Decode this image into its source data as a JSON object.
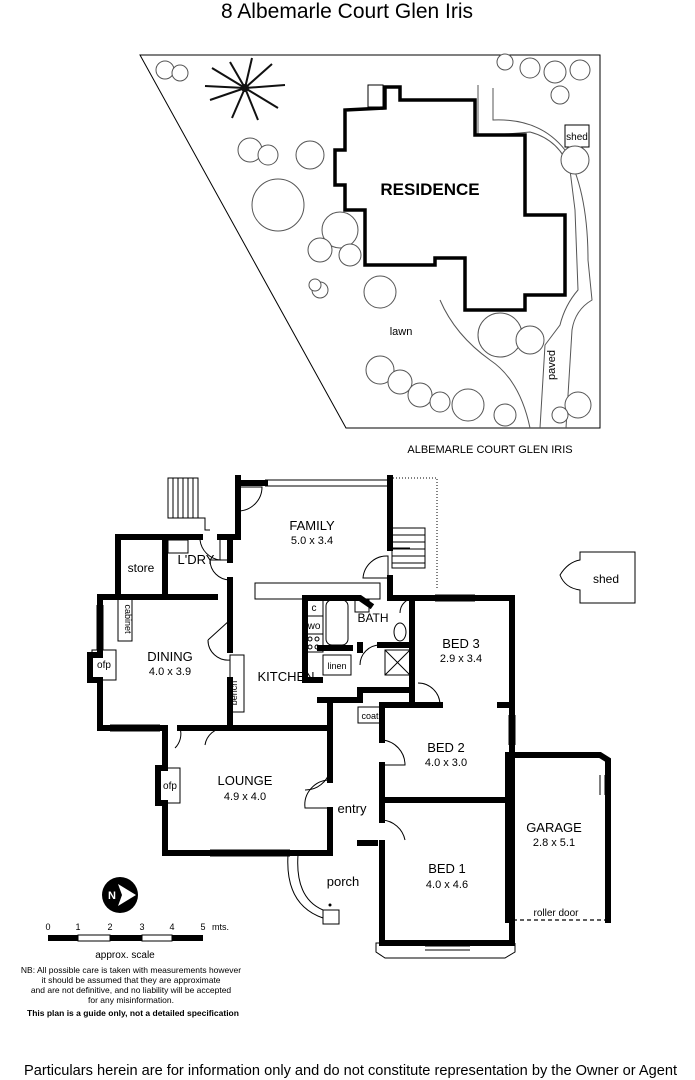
{
  "header": {
    "title": "8 Albemarle Court Glen Iris"
  },
  "site_plan": {
    "residence_label": "RESIDENCE",
    "shed_label": "shed",
    "lawn_label": "lawn",
    "paved_label": "paved",
    "street_label": "ALBEMARLE COURT GLEN IRIS"
  },
  "floor_plan": {
    "rooms": {
      "family": {
        "name": "FAMILY",
        "size": "5.0 x 3.4"
      },
      "dining": {
        "name": "DINING",
        "size": "4.0 x 3.9"
      },
      "kitchen": {
        "name": "KITCHEN"
      },
      "lounge": {
        "name": "LOUNGE",
        "size": "4.9 x 4.0"
      },
      "bed3": {
        "name": "BED 3",
        "size": "2.9 x 3.4"
      },
      "bed2": {
        "name": "BED 2",
        "size": "4.0 x 3.0"
      },
      "bed1": {
        "name": "BED 1",
        "size": "4.0 x 4.6"
      },
      "garage": {
        "name": "GARAGE",
        "size": "2.8 x 5.1"
      },
      "bath": {
        "name": "BATH"
      },
      "laundry": {
        "name": "L'DRY"
      },
      "store": {
        "name": "store"
      },
      "entry": {
        "name": "entry"
      },
      "porch": {
        "name": "porch"
      },
      "shed": {
        "name": "shed"
      }
    },
    "fixtures": {
      "cabinet": "cabinet",
      "ofp_dining": "ofp",
      "ofp_lounge": "ofp",
      "bench": "bench",
      "linen": "linen",
      "coat": "coat",
      "c": "c",
      "wo": "wo",
      "roller_door": "roller door"
    }
  },
  "compass": {
    "label": "N"
  },
  "scale": {
    "ticks": [
      "0",
      "1",
      "2",
      "3",
      "4",
      "5"
    ],
    "unit": "mts.",
    "caption": "approx. scale"
  },
  "disclaimer": {
    "lines": [
      "NB: All possible care is taken with measurements however",
      "it should be assumed that they are approximate",
      "and are not definitive, and no liability will be accepted",
      "for any misinformation."
    ],
    "guide": "This plan is a guide only, not a detailed specification"
  },
  "footer": {
    "text": "Particulars herein are for information only and do not constitute representation by the Owner or Agent"
  }
}
